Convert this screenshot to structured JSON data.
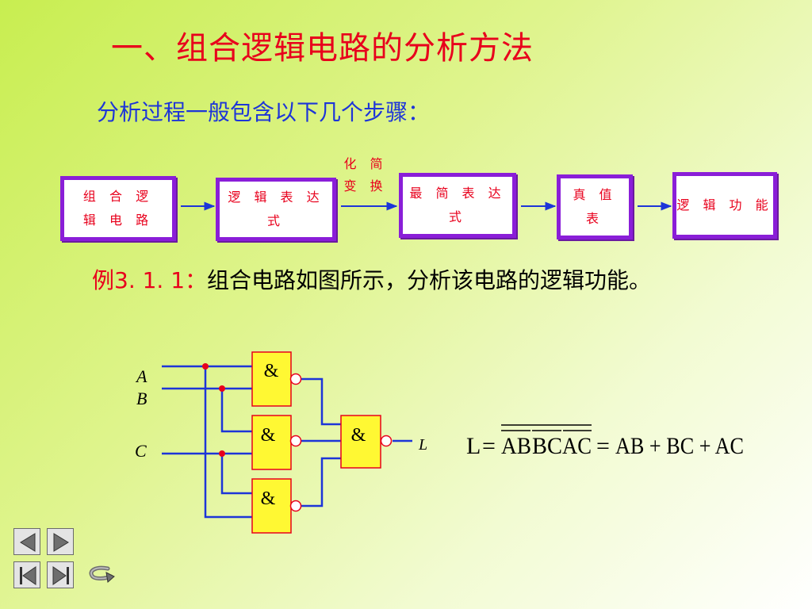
{
  "title": "一、组合逻辑电路的分析方法",
  "subtitle": "分析过程一般包含以下几个步骤：",
  "flow": {
    "steps": [
      "组 合 逻 辑 电 路",
      "逻 辑 表 达 式",
      "最 简 表 达 式",
      "真 值 表",
      "逻 辑 功 能"
    ],
    "transform_label_line1": "化 简",
    "transform_label_line2": "变 换"
  },
  "example": {
    "label": "例3. 1. 1：",
    "text": "组合电路如图所示，分析该电路的逻辑功能。"
  },
  "circuit": {
    "inputs": [
      "A",
      "B",
      "C"
    ],
    "gate_symbol": "&",
    "output": "L"
  },
  "formula": {
    "lhs": "L",
    "eq": "=",
    "terms": [
      "AB",
      "BC",
      "AC"
    ],
    "rhs": "AB + BC + AC"
  },
  "nav": {
    "buttons": [
      "prev-arrow-icon",
      "next-arrow-icon",
      "first-page-icon",
      "last-page-icon",
      "return-icon"
    ]
  }
}
